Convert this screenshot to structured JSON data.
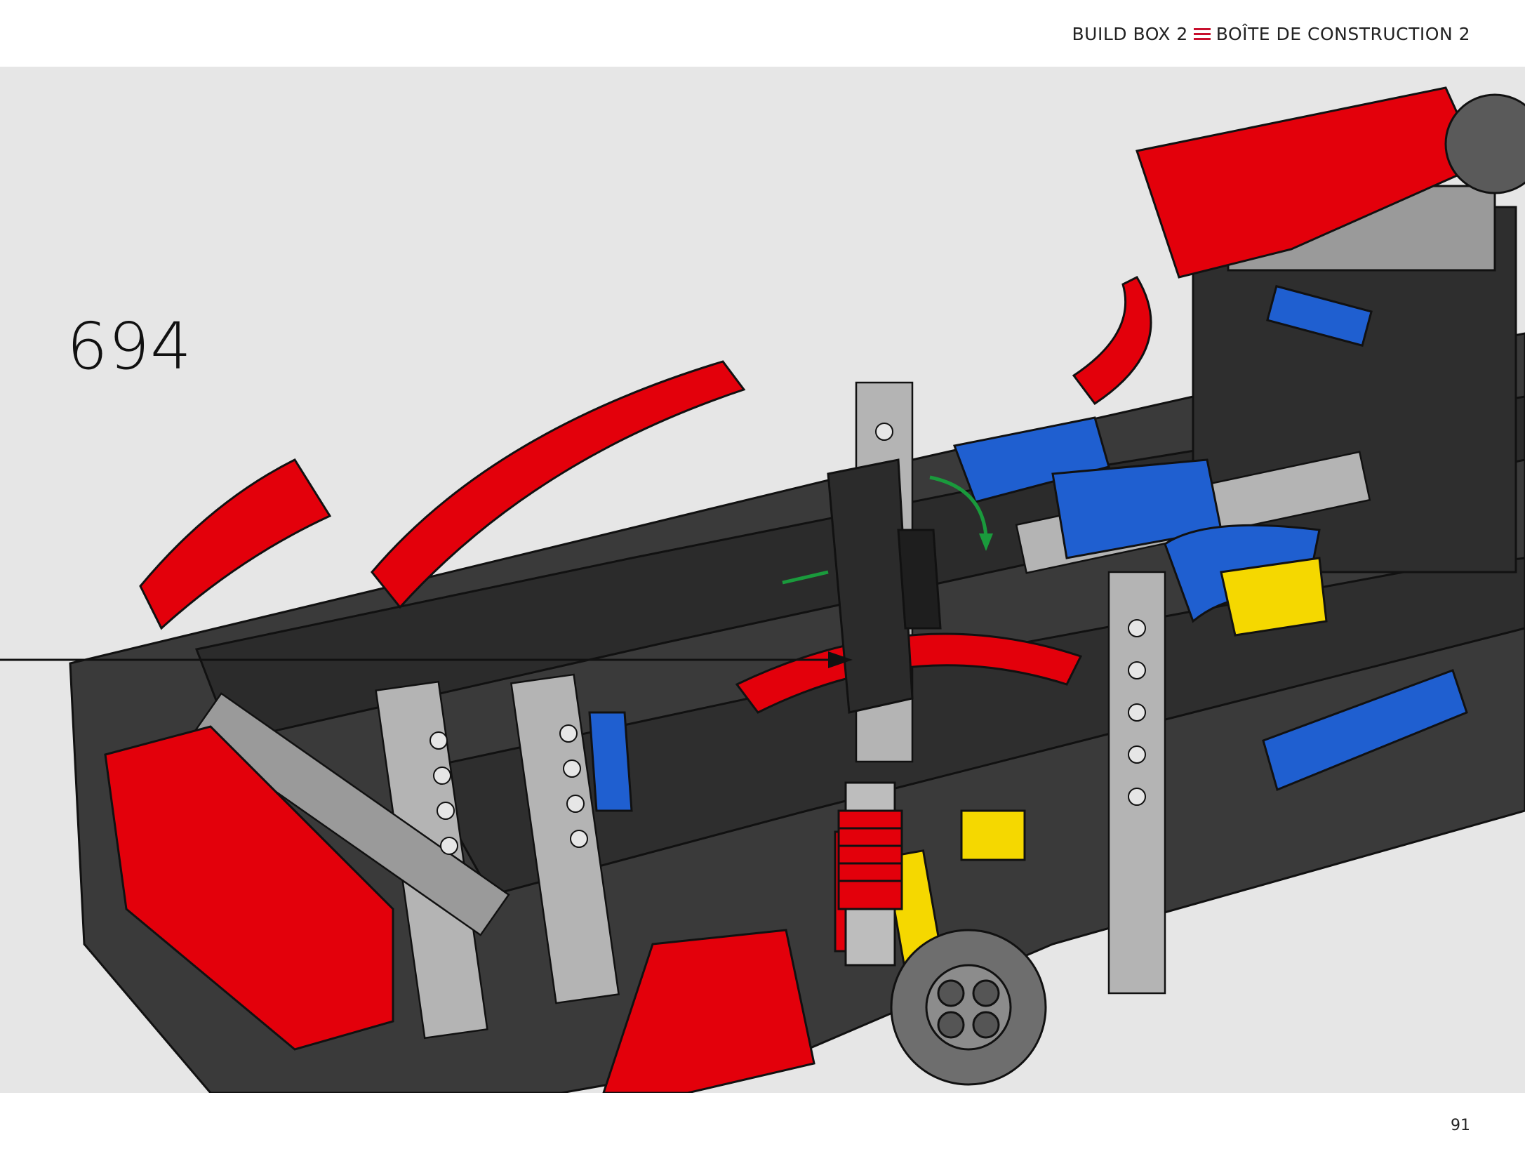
{
  "header": {
    "left_label": "BUILD BOX 2",
    "right_label": "BOÎTE DE CONSTRUCTION 2",
    "separator_icon": "flag-stripes-icon"
  },
  "step": {
    "number": "694"
  },
  "illustration": {
    "subject": "lego-technic-car-chassis",
    "colors": {
      "red": "#e3000b",
      "dark": "#2b2b2b",
      "gray": "#b4b4b4",
      "blue": "#1f5fd0",
      "yellow": "#f5d800",
      "green": "#1a9a3c",
      "background": "#e6e6e6"
    }
  },
  "footer": {
    "page_number": "91"
  }
}
